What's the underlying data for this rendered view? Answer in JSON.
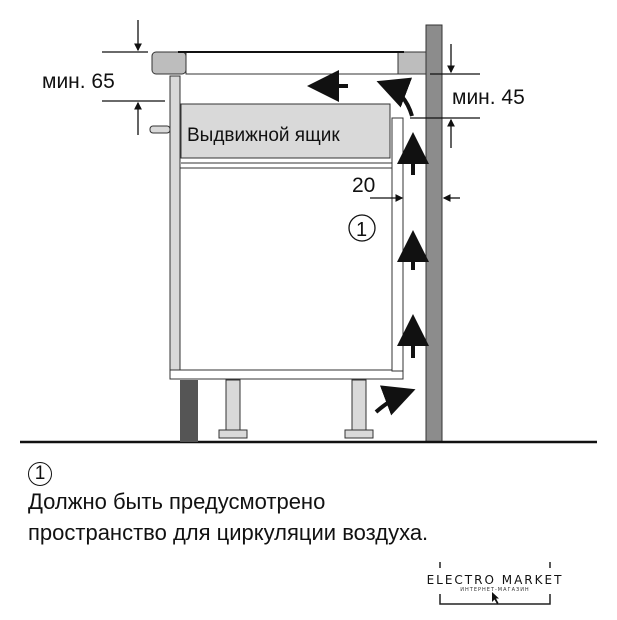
{
  "diagram": {
    "drawer_label": "Выдвижной ящик",
    "dim_top_left": "мин. 65",
    "dim_top_right": "мин. 45",
    "dim_gap": "20",
    "marker": "1"
  },
  "caption": {
    "marker": "1",
    "line1": "Должно быть предусмотрено",
    "line2": "пространство для циркуляции воздуха."
  },
  "logo": {
    "title": "ELECTRO MARKET",
    "subtitle": "ИНТЕРНЕТ-МАГАЗИН"
  },
  "colors": {
    "panel": "#d9d9d9",
    "wall": "#8c8c8c",
    "plinth": "#555555",
    "line": "#111111"
  }
}
